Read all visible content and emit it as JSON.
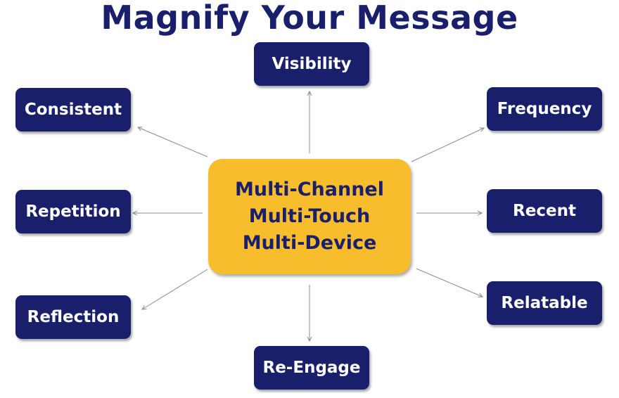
{
  "title": "Magnify Your Message",
  "center": {
    "lines": [
      "Multi-Channel",
      "Multi-Touch",
      "Multi-Device"
    ]
  },
  "nodes": {
    "visibility": "Visibility",
    "consistent": "Consistent",
    "frequency": "Frequency",
    "repetition": "Repetition",
    "recent": "Recent",
    "reflection": "Reflection",
    "relatable": "Relatable",
    "re_engage": "Re-Engage"
  },
  "colors": {
    "navy": "#1a1f6b",
    "gold": "#f7bd2c",
    "arrow": "#8a8a8a"
  }
}
